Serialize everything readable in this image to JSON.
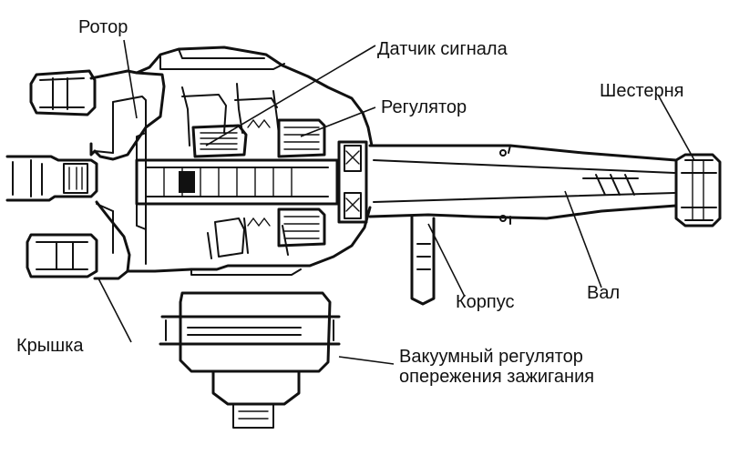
{
  "labels": {
    "rotor": "Ротор",
    "signal_sensor": "Датчик сигнала",
    "regulator": "Регулятор",
    "gear": "Шестерня",
    "cover": "Крышка",
    "housing": "Корпус",
    "shaft": "Вал",
    "vacuum_line1": "Вакуумный регулятор",
    "vacuum_line2": "опережения зажигания"
  }
}
